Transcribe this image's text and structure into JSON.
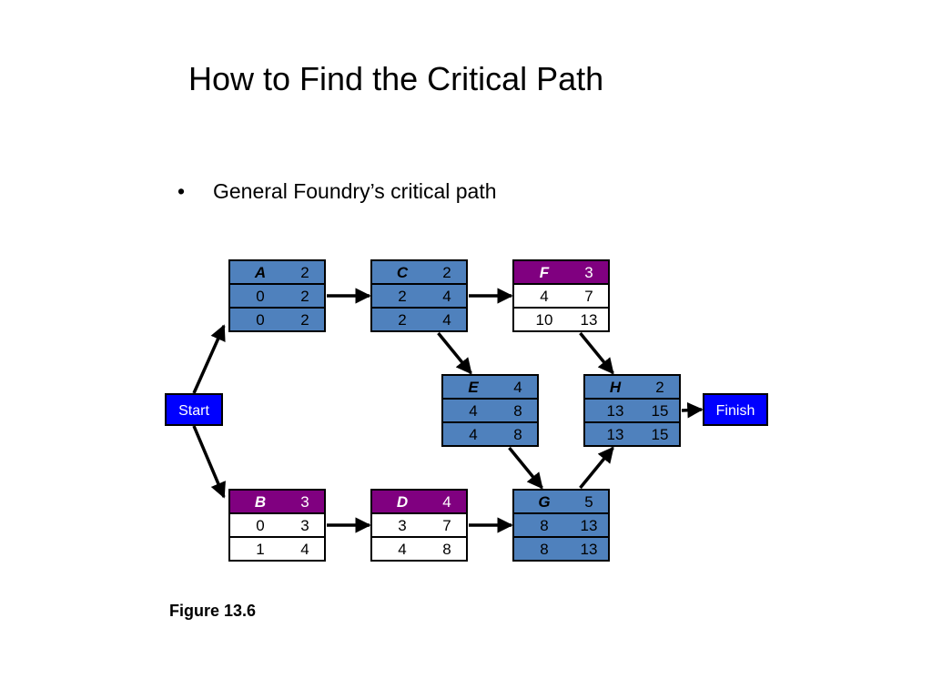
{
  "slide": {
    "title": "How to Find the Critical Path",
    "bullet": "General Foundry’s critical path",
    "bullet_symbol": "•",
    "caption": "Figure 13.6"
  },
  "colors": {
    "critical": "#4f81bd",
    "noncritical_header": "#800080",
    "noncritical_body": "#ffffff",
    "terminal": "#0000ff",
    "terminal_text": "#ffffff",
    "edge": "#000000"
  },
  "nodes": [
    {
      "id": "A",
      "duration": "2",
      "es": "0",
      "ef": "2",
      "ls": "0",
      "lf": "2",
      "critical": true
    },
    {
      "id": "C",
      "duration": "2",
      "es": "2",
      "ef": "4",
      "ls": "2",
      "lf": "4",
      "critical": true
    },
    {
      "id": "F",
      "duration": "3",
      "es": "4",
      "ef": "7",
      "ls": "10",
      "lf": "13",
      "critical": false
    },
    {
      "id": "E",
      "duration": "4",
      "es": "4",
      "ef": "8",
      "ls": "4",
      "lf": "8",
      "critical": true
    },
    {
      "id": "H",
      "duration": "2",
      "es": "13",
      "ef": "15",
      "ls": "13",
      "lf": "15",
      "critical": true
    },
    {
      "id": "B",
      "duration": "3",
      "es": "0",
      "ef": "3",
      "ls": "1",
      "lf": "4",
      "critical": false
    },
    {
      "id": "D",
      "duration": "4",
      "es": "3",
      "ef": "7",
      "ls": "4",
      "lf": "8",
      "critical": false
    },
    {
      "id": "G",
      "duration": "5",
      "es": "8",
      "ef": "13",
      "ls": "8",
      "lf": "13",
      "critical": true
    }
  ],
  "terminals": [
    {
      "id": "start",
      "label": "Start"
    },
    {
      "id": "finish",
      "label": "Finish"
    }
  ],
  "edges": [
    {
      "from": "start",
      "to": "A"
    },
    {
      "from": "start",
      "to": "B"
    },
    {
      "from": "A",
      "to": "C"
    },
    {
      "from": "C",
      "to": "F"
    },
    {
      "from": "C",
      "to": "E"
    },
    {
      "from": "B",
      "to": "D"
    },
    {
      "from": "D",
      "to": "G"
    },
    {
      "from": "E",
      "to": "G"
    },
    {
      "from": "F",
      "to": "H"
    },
    {
      "from": "G",
      "to": "H"
    },
    {
      "from": "H",
      "to": "finish"
    }
  ]
}
